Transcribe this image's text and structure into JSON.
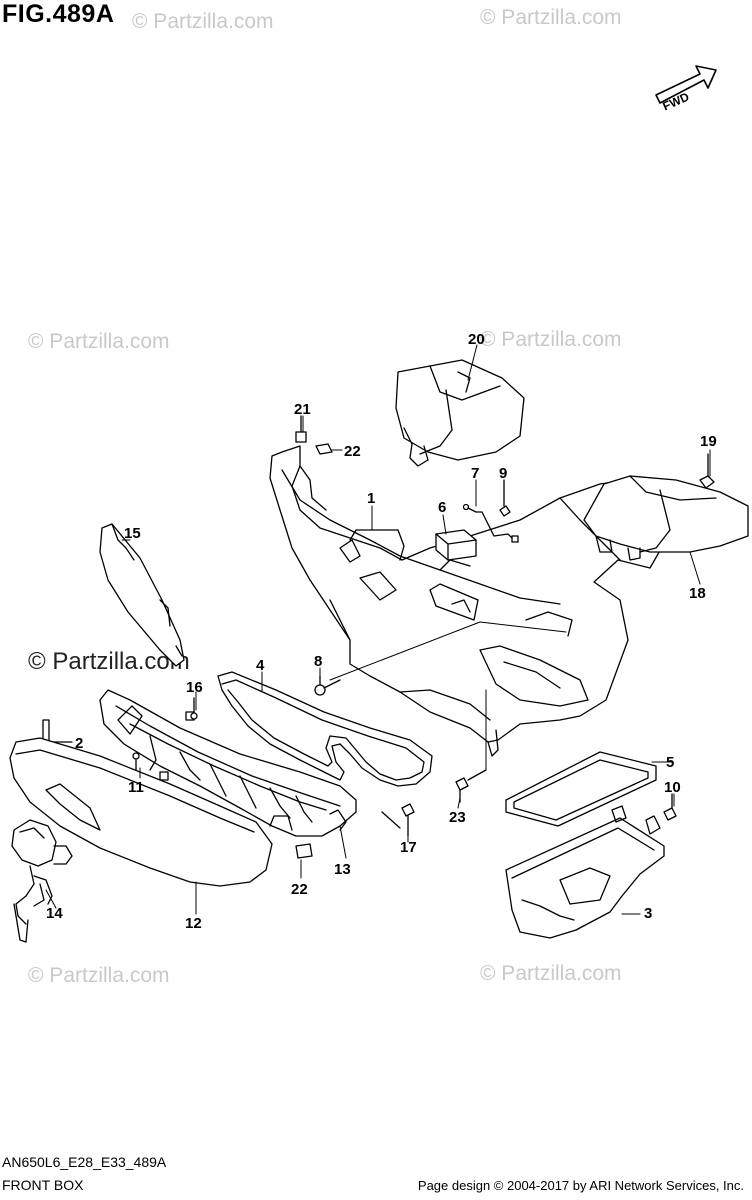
{
  "figure": {
    "title": "FIG.489A",
    "fwd_label": "FWD",
    "model_code": "AN650L6_E28_E33_489A",
    "section_name": "FRONT BOX",
    "copyright": "Page design © 2004-2017 by ARI Network Services, Inc."
  },
  "watermark": {
    "text": "© Partzilla.com"
  },
  "callouts": [
    {
      "id": "c1",
      "label": "1"
    },
    {
      "id": "c2",
      "label": "2"
    },
    {
      "id": "c3",
      "label": "3"
    },
    {
      "id": "c4",
      "label": "4"
    },
    {
      "id": "c5",
      "label": "5"
    },
    {
      "id": "c6",
      "label": "6"
    },
    {
      "id": "c7",
      "label": "7"
    },
    {
      "id": "c8",
      "label": "8"
    },
    {
      "id": "c9",
      "label": "9"
    },
    {
      "id": "c10",
      "label": "10"
    },
    {
      "id": "c11",
      "label": "11"
    },
    {
      "id": "c12",
      "label": "12"
    },
    {
      "id": "c13",
      "label": "13"
    },
    {
      "id": "c14",
      "label": "14"
    },
    {
      "id": "c15",
      "label": "15"
    },
    {
      "id": "c16",
      "label": "16"
    },
    {
      "id": "c17",
      "label": "17"
    },
    {
      "id": "c18",
      "label": "18"
    },
    {
      "id": "c19",
      "label": "19"
    },
    {
      "id": "c20",
      "label": "20"
    },
    {
      "id": "c21",
      "label": "21"
    },
    {
      "id": "c22a",
      "label": "22"
    },
    {
      "id": "c22b",
      "label": "22"
    },
    {
      "id": "c23",
      "label": "23"
    }
  ]
}
